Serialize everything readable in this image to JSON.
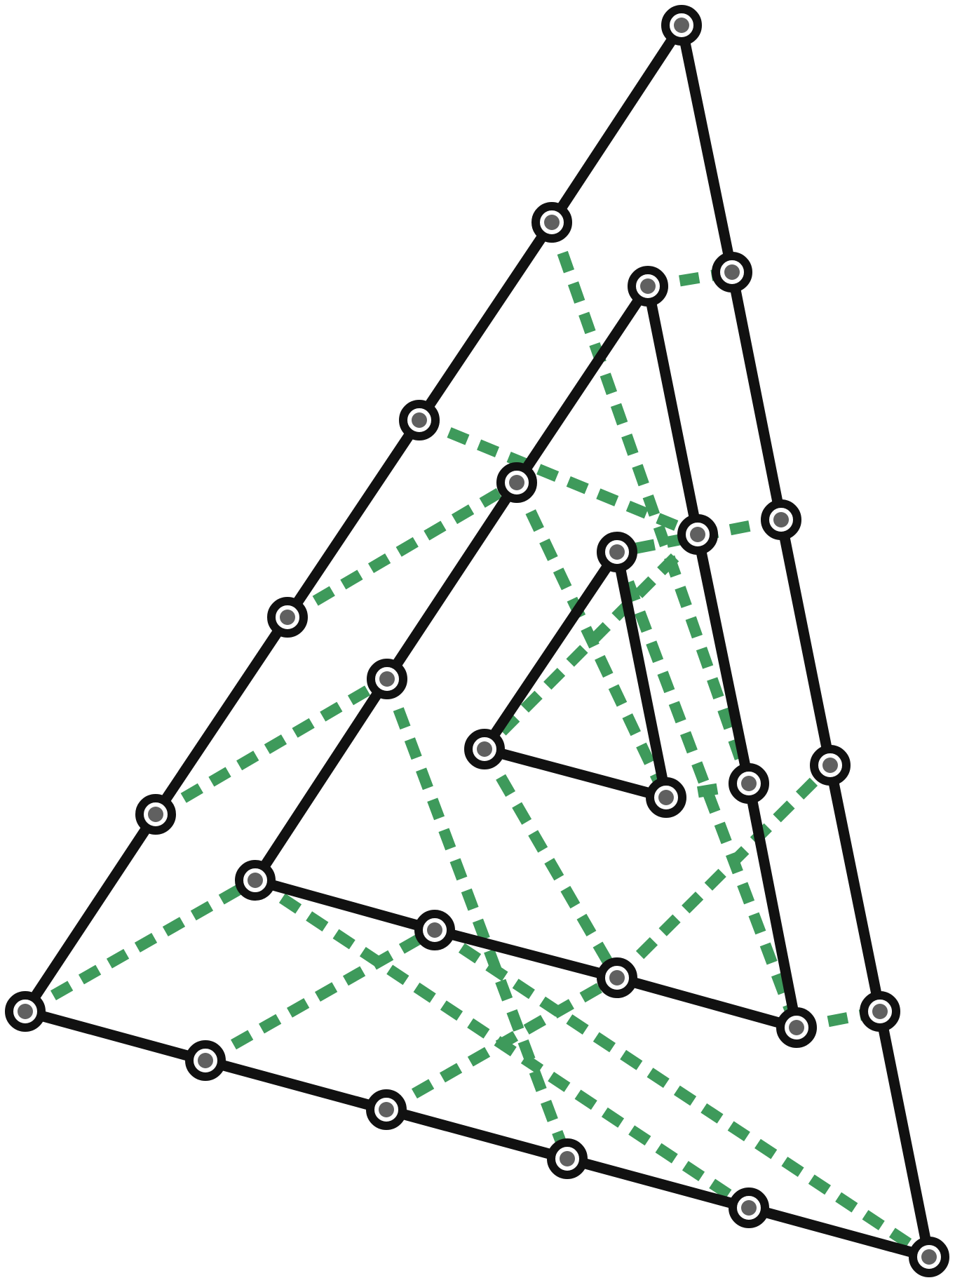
{
  "diagram": {
    "kind": "nested triangular mesh",
    "colors": {
      "background": "#ffffff",
      "edge": "#111111",
      "node_ring": "#111111",
      "node_center": "#606060",
      "dashed_link": "#3e9a5b"
    },
    "nodes": [
      {
        "id": "n0"
      },
      {
        "id": "n1"
      },
      {
        "id": "n2"
      },
      {
        "id": "n3"
      },
      {
        "id": "n4"
      },
      {
        "id": "n5"
      },
      {
        "id": "n6"
      },
      {
        "id": "n7"
      },
      {
        "id": "n8"
      },
      {
        "id": "n9"
      },
      {
        "id": "n10"
      },
      {
        "id": "n11"
      },
      {
        "id": "n12"
      },
      {
        "id": "n13"
      },
      {
        "id": "n14"
      },
      {
        "id": "n15"
      },
      {
        "id": "n16"
      },
      {
        "id": "n17"
      },
      {
        "id": "n18"
      },
      {
        "id": "n19"
      },
      {
        "id": "n20"
      },
      {
        "id": "n21"
      },
      {
        "id": "n22"
      },
      {
        "id": "n23"
      },
      {
        "id": "n24"
      },
      {
        "id": "n25"
      },
      {
        "id": "n26"
      },
      {
        "id": "n27"
      },
      {
        "id": "n28"
      },
      {
        "id": "n29"
      }
    ],
    "solid_edges": [
      [
        "n0",
        "n1"
      ],
      [
        "n1",
        "n2"
      ],
      [
        "n2",
        "n3"
      ],
      [
        "n3",
        "n4"
      ],
      [
        "n4",
        "n5"
      ],
      [
        "n5",
        "n6"
      ],
      [
        "n6",
        "n7"
      ],
      [
        "n7",
        "n8"
      ],
      [
        "n8",
        "n9"
      ],
      [
        "n9",
        "n10"
      ],
      [
        "n10",
        "n11"
      ],
      [
        "n11",
        "n12"
      ],
      [
        "n12",
        "n13"
      ],
      [
        "n13",
        "n14"
      ],
      [
        "n14",
        "n0"
      ],
      [
        "n15",
        "n16"
      ],
      [
        "n16",
        "n17"
      ],
      [
        "n17",
        "n18"
      ],
      [
        "n18",
        "n19"
      ],
      [
        "n19",
        "n20"
      ],
      [
        "n20",
        "n21"
      ],
      [
        "n21",
        "n22"
      ],
      [
        "n22",
        "n23"
      ],
      [
        "n23",
        "n15"
      ],
      [
        "n24",
        "n25"
      ],
      [
        "n25",
        "n26"
      ],
      [
        "n26",
        "n24"
      ]
    ],
    "dashed_edges": [
      [
        "n1",
        "n22"
      ],
      [
        "n15",
        "n14"
      ],
      [
        "n2",
        "n23"
      ],
      [
        "n13",
        "n24"
      ],
      [
        "n3",
        "n16"
      ],
      [
        "n23",
        "n25"
      ],
      [
        "n4",
        "n17"
      ],
      [
        "n16",
        "n26"
      ],
      [
        "n5",
        "n18"
      ],
      [
        "n17",
        "n8"
      ],
      [
        "n6",
        "n19"
      ],
      [
        "n18",
        "n9"
      ],
      [
        "n7",
        "n20"
      ],
      [
        "n19",
        "n10"
      ],
      [
        "n21",
        "n11"
      ],
      [
        "n20",
        "n12"
      ],
      [
        "n26",
        "n22"
      ],
      [
        "n24",
        "n21"
      ],
      [
        "n25",
        "n20"
      ]
    ]
  }
}
